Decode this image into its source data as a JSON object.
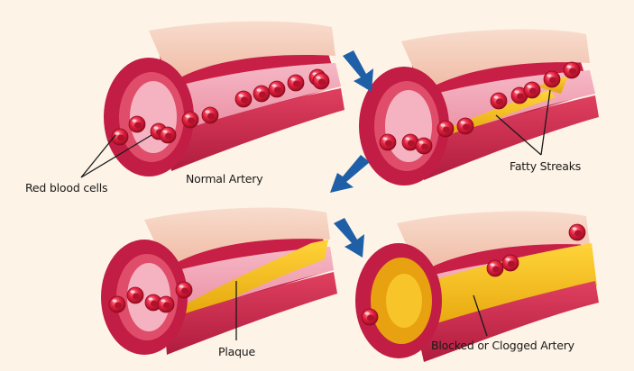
{
  "labels": {
    "red_blood_cells": "Red blood cells",
    "normal_artery": "Normal Artery",
    "fatty_streaks": "Fatty Streaks",
    "plaque": "Plaque",
    "blocked_artery": "Blocked or Clogged Artery"
  },
  "colors": {
    "background": "#fdf3e6",
    "artery_wall": "#d42a4f",
    "artery_dark": "#9e1533",
    "artery_outer": "#f4c9b4",
    "lumen": "#f3a7b7",
    "plaque": "#f2b90f",
    "blood_cell": "#d8102f",
    "arrow": "#1e5fa8"
  }
}
